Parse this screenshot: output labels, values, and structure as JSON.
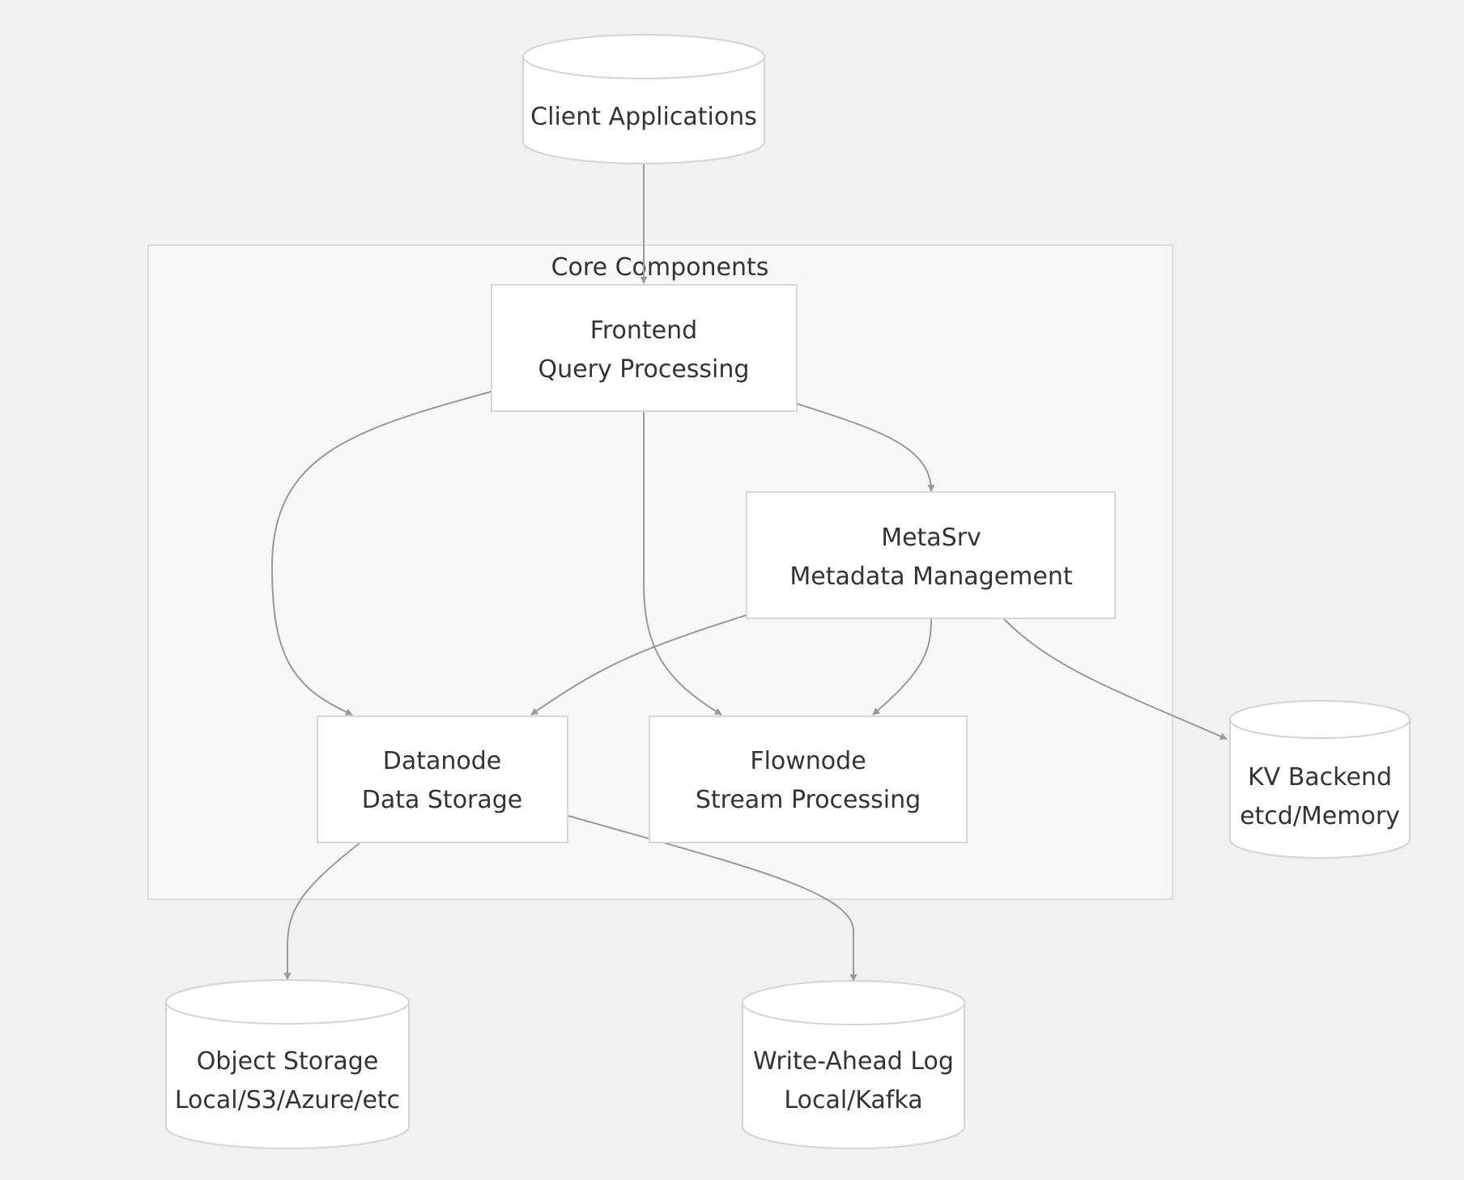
{
  "colors": {
    "background": "#f2f1f0",
    "cluster_fill": "#f8f8f8",
    "cluster_stroke": "#dddddd",
    "node_fill": "#ffffff",
    "node_stroke": "#d7d7d7",
    "edge": "#9a9a9a",
    "text": "#333333"
  },
  "cluster": {
    "label": "Core Components"
  },
  "nodes": {
    "client": {
      "line1": "Client Applications"
    },
    "frontend": {
      "line1": "Frontend",
      "line2": "Query Processing"
    },
    "metasrv": {
      "line1": "MetaSrv",
      "line2": "Metadata Management"
    },
    "datanode": {
      "line1": "Datanode",
      "line2": "Data Storage"
    },
    "flownode": {
      "line1": "Flownode",
      "line2": "Stream Processing"
    },
    "kv": {
      "line1": "KV Backend",
      "line2": "etcd/Memory"
    },
    "objstore": {
      "line1": "Object Storage",
      "line2": "Local/S3/Azure/etc"
    },
    "wal": {
      "line1": "Write-Ahead Log",
      "line2": "Local/Kafka"
    }
  },
  "edges": [
    {
      "from": "client",
      "to": "frontend"
    },
    {
      "from": "frontend",
      "to": "datanode"
    },
    {
      "from": "frontend",
      "to": "flownode"
    },
    {
      "from": "frontend",
      "to": "metasrv"
    },
    {
      "from": "metasrv",
      "to": "datanode"
    },
    {
      "from": "metasrv",
      "to": "flownode"
    },
    {
      "from": "metasrv",
      "to": "kv"
    },
    {
      "from": "datanode",
      "to": "objstore"
    },
    {
      "from": "datanode",
      "to": "wal"
    }
  ]
}
